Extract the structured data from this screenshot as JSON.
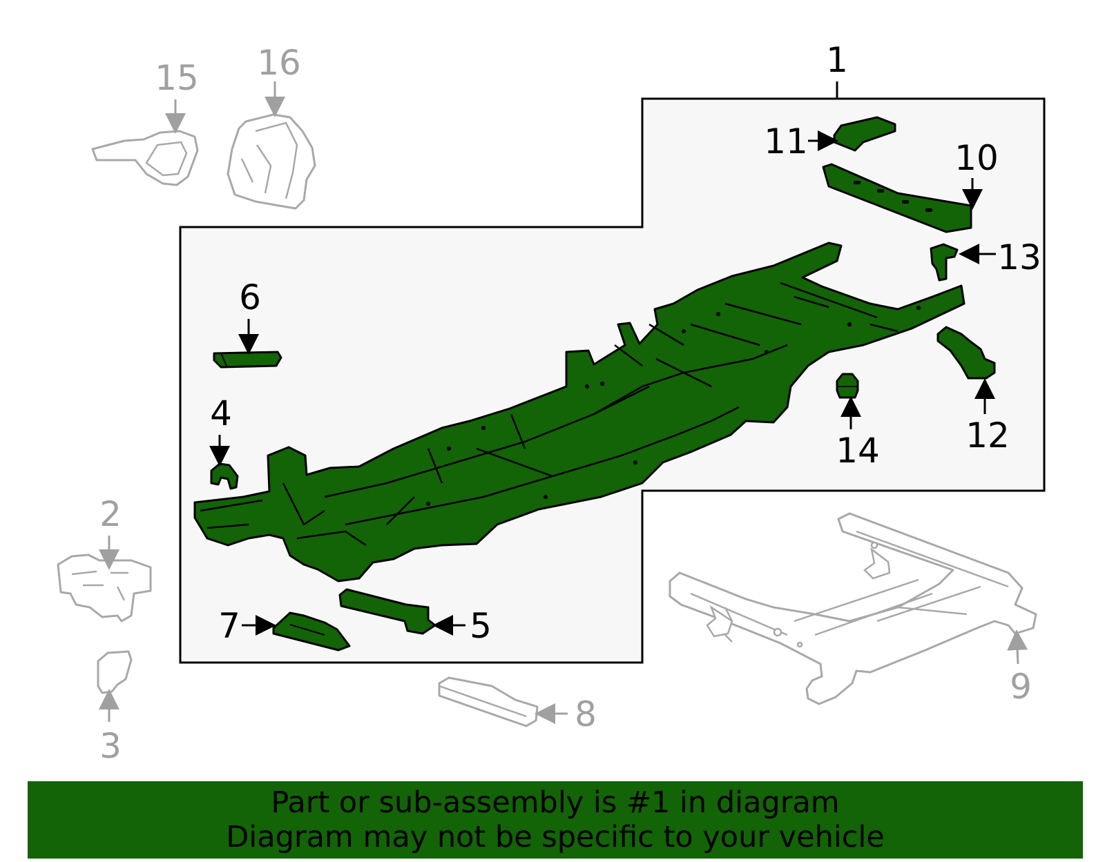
{
  "diagram": {
    "highlight_color": "#136307",
    "ghost_color": "#a8a8a8",
    "callouts": {
      "c1": "1",
      "c2": "2",
      "c3": "3",
      "c4": "4",
      "c5": "5",
      "c6": "6",
      "c7": "7",
      "c8": "8",
      "c9": "9",
      "c10": "10",
      "c11": "11",
      "c12": "12",
      "c13": "13",
      "c14": "14",
      "c15": "15",
      "c16": "16"
    }
  },
  "banner": {
    "line1": "Part or sub-assembly is #1 in diagram",
    "line2": "Diagram may not be specific to your vehicle"
  }
}
